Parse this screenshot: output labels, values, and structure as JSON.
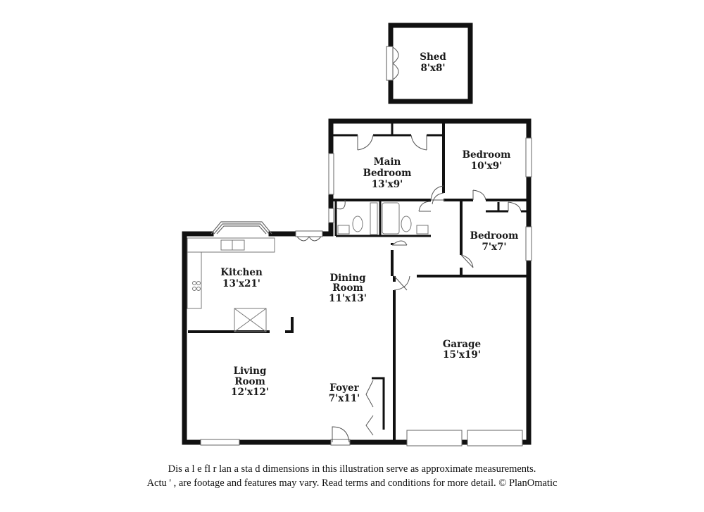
{
  "rooms": {
    "shed": {
      "name": "Shed",
      "dim": "8'x8'"
    },
    "main_bedroom": {
      "name_line1": "Main",
      "name_line2": "Bedroom",
      "dim": "13'x9'"
    },
    "bedroom_1": {
      "name": "Bedroom",
      "dim": "10'x9'"
    },
    "bedroom_2": {
      "name": "Bedroom",
      "dim": "7'x7'"
    },
    "kitchen": {
      "name": "Kitchen",
      "dim": "13'x21'"
    },
    "dining": {
      "name_line1": "Dining",
      "name_line2": "Room",
      "dim": "11'x13'"
    },
    "garage": {
      "name": "Garage",
      "dim": "15'x19'"
    },
    "living": {
      "name_line1": "Living",
      "name_line2": "Room",
      "dim": "12'x12'"
    },
    "foyer": {
      "name": "Foyer",
      "dim": "7'x11'"
    }
  },
  "disclaimer": {
    "line1": "Dis  a     l  e fl   r  lan a   sta   d dimensions in this illustration serve as approximate measurements.",
    "line2": "Actu   ' ,  are footage and features may vary. Read terms and conditions for more detail. © PlanOmatic"
  }
}
